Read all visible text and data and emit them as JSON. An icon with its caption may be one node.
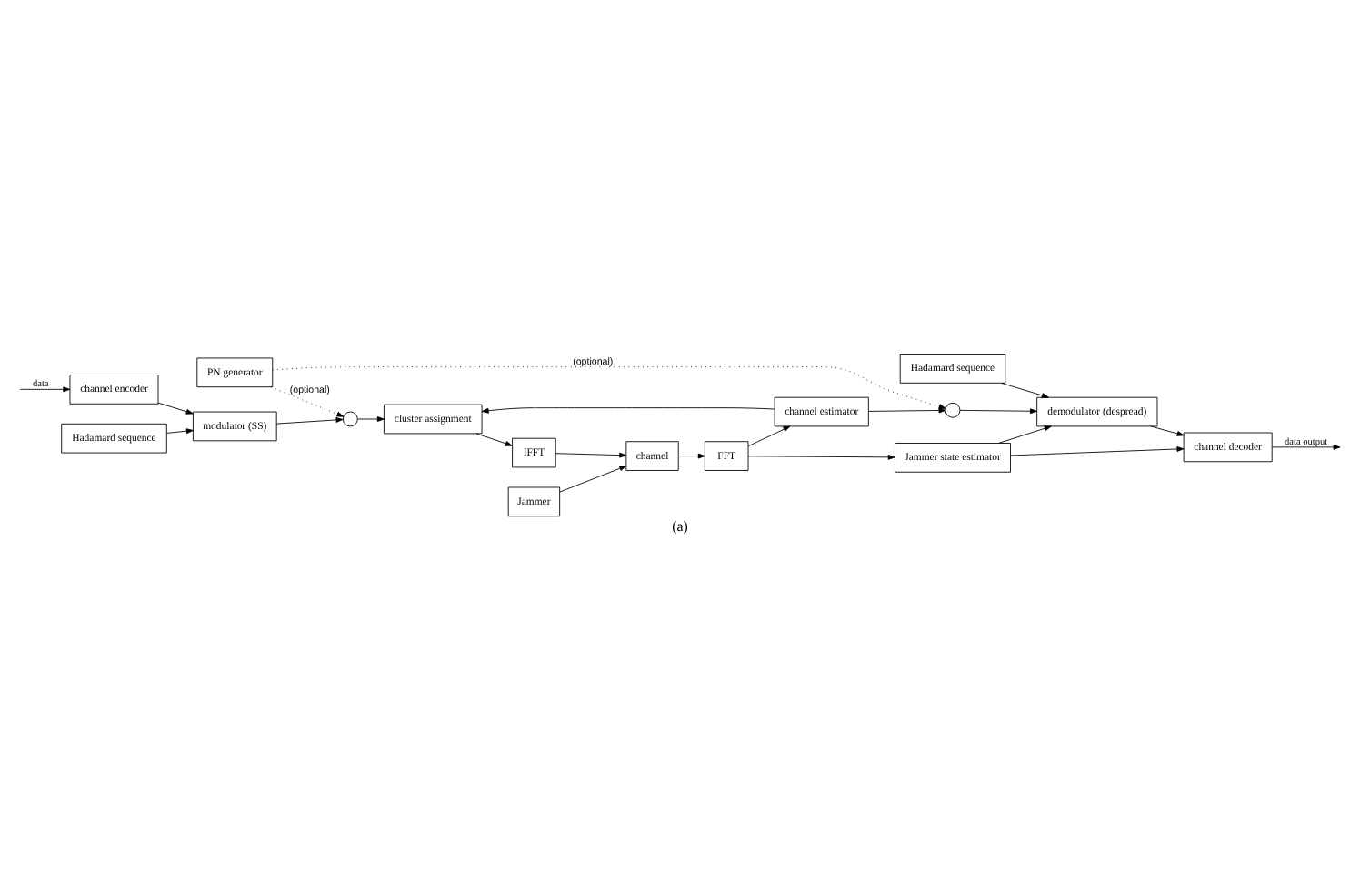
{
  "diagram": {
    "caption": "(a)",
    "nodes": [
      {
        "text": [
          "channel encoder"
        ]
      },
      {
        "text": [
          "modulator (SS)"
        ]
      },
      {
        "text": [],
        "shape": "circle"
      },
      {
        "text": [
          "cluster assignment"
        ]
      },
      {
        "text": [
          "IFFT"
        ]
      },
      {
        "text": [
          "Hadamard sequence"
        ]
      },
      {
        "text": [
          "PN generator"
        ]
      },
      {
        "text": [
          "Jammer"
        ]
      },
      {
        "text": [
          "channel"
        ]
      },
      {
        "text": [
          "Hadamard sequence"
        ]
      },
      {
        "text": [
          "channel decoder"
        ]
      },
      {
        "text": [
          "demodulator (despread)"
        ]
      },
      {
        "text": [],
        "shape": "circle"
      },
      {
        "text": [
          "channel estimator"
        ]
      },
      {
        "text": [
          "FFT"
        ]
      },
      {
        "text": [
          "Jammer state estimator"
        ]
      }
    ],
    "edges": [
      {
        "from": null,
        "to": 0,
        "arrow": "to",
        "label": "data"
      },
      {
        "from": 0,
        "to": 1,
        "arrow": "to"
      },
      {
        "from": 1,
        "to": 2,
        "arrow": "to"
      },
      {
        "from": 2,
        "to": 3,
        "arrow": "to"
      },
      {
        "from": 3,
        "to": 4,
        "arrow": "to"
      },
      {
        "from": 5,
        "to": 1,
        "arrow": "to"
      },
      {
        "from": 6,
        "to": 2,
        "arrow": "to",
        "style": "dashed",
        "label": "(optional)"
      },
      {
        "from": 4,
        "to": 8,
        "arrow": "to"
      },
      {
        "from": 7,
        "to": 8,
        "arrow": "to"
      },
      {
        "from": 8,
        "to": 14,
        "arrow": "to"
      },
      {
        "from": 14,
        "to": 13,
        "arrow": "to"
      },
      {
        "from": 13,
        "to": 12,
        "arrow": "to"
      },
      {
        "from": 13,
        "to": 3,
        "arrow": "to"
      },
      {
        "from": 6,
        "to": 12,
        "arrow": "to",
        "style": "dashed",
        "label": "(optional)"
      },
      {
        "from": 12,
        "to": 11,
        "arrow": "to"
      },
      {
        "from": 9,
        "to": 11,
        "arrow": "to"
      },
      {
        "from": 11,
        "to": 10,
        "arrow": "to"
      },
      {
        "from": 10,
        "to": null,
        "arrow": "to",
        "label": "data output"
      },
      {
        "from": 14,
        "to": 15,
        "arrow": "to"
      },
      {
        "from": 15,
        "to": 10,
        "arrow": "to"
      },
      {
        "from": 15,
        "to": 11,
        "arrow": "to"
      }
    ]
  }
}
